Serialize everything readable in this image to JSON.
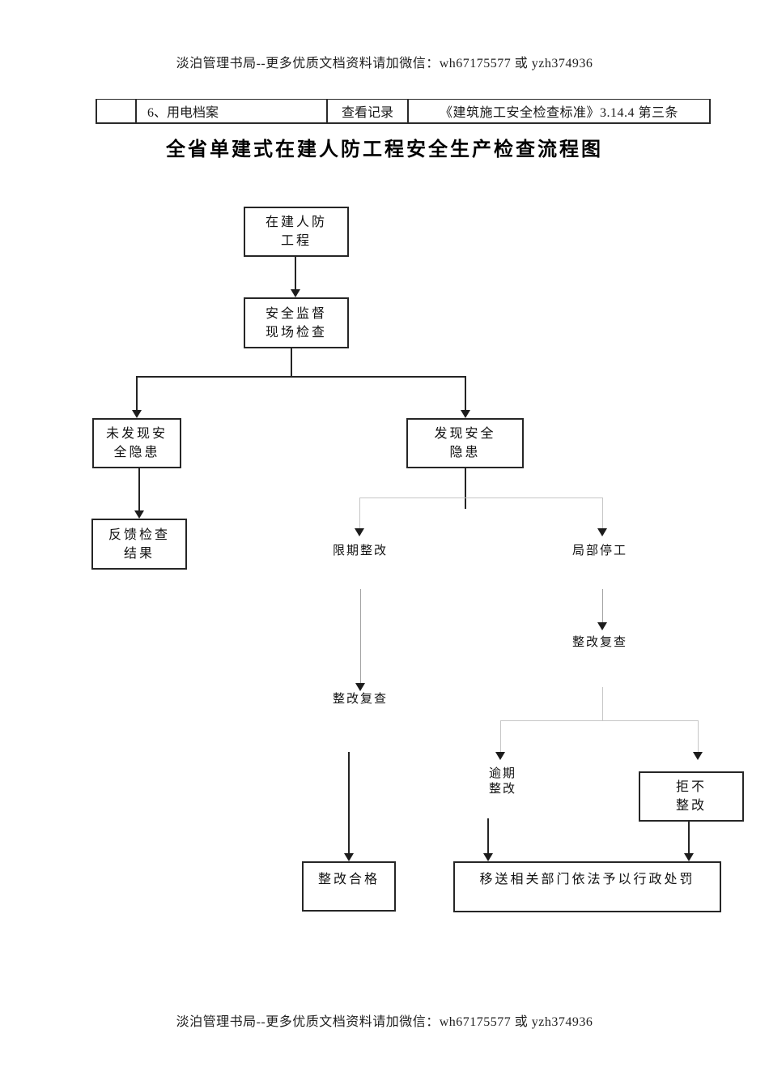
{
  "header": {
    "text": "淡泊管理书局--更多优质文档资料请加微信：wh67175577 或 yzh374936"
  },
  "footer": {
    "text": "淡泊管理书局--更多优质文档资料请加微信：wh67175577 或 yzh374936"
  },
  "table": {
    "col1": "",
    "col2": "6、用电档案",
    "col3": "查看记录",
    "col4": "《建筑施工安全检查标准》3.14.4 第三条"
  },
  "title": "全省单建式在建人防工程安全生产检查流程图",
  "flow": {
    "in_construction": "在建人防\n工程",
    "supervision": "安全监督\n现场检查",
    "no_hazard": "未发现安\n全隐患",
    "hazard_found": "发现安全\n隐患",
    "feedback": "反馈检查\n结果",
    "deadline_rectify": "限期整改",
    "partial_stop": "局部停工",
    "recheck_right": "整改复查",
    "recheck_left": "整改复查",
    "overdue_rectify": "逾期\n整改",
    "refuse_rectify": "拒不\n整改",
    "rectify_qualified": "整改合格",
    "transfer_punish": "移送相关部门依法予以行政处罚"
  },
  "colors": {
    "line_black": "#242424",
    "line_gray": "#c6c6c6",
    "text": "#1a1a1a"
  }
}
